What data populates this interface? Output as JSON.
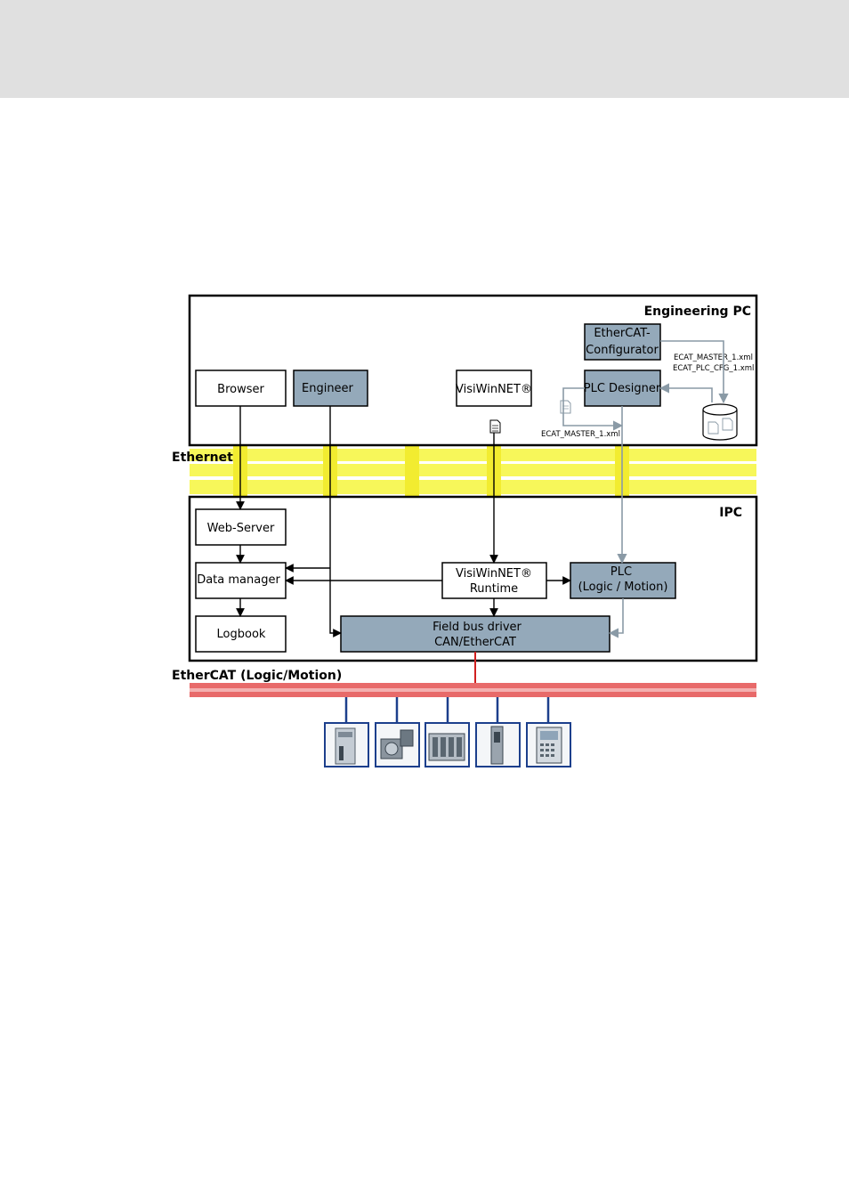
{
  "areas": {
    "engineering_pc": "Engineering PC",
    "ipc": "IPC",
    "ethernet": "Ethernet",
    "ethercat": "EtherCAT (Logic/Motion)"
  },
  "boxes": {
    "ethercat_configurator": [
      "EtherCAT-",
      "Configurator"
    ],
    "browser": "Browser",
    "engineer": "Engineer",
    "visiwinnet": "VisiWinNET®",
    "plc_designer": "PLC Designer",
    "web_server": "Web-Server",
    "data_manager": "Data manager",
    "logbook": "Logbook",
    "visiwinnet_runtime": [
      "VisiWinNET®",
      "Runtime"
    ],
    "plc": [
      "PLC",
      "(Logic / Motion)"
    ],
    "field_bus_driver": [
      "Field bus driver",
      "CAN/EtherCAT"
    ]
  },
  "files": {
    "ecat_master_1": "ECAT_MASTER_1.xml",
    "ecat_plc_cfg_1": "ECAT_PLC_CFG_1.xml",
    "ecat_master_2": "ECAT_MASTER_1.xml"
  },
  "devices": [
    "inverter-device-icon",
    "geared-motor-device-icon",
    "io-system-device-icon",
    "servo-drive-device-icon",
    "hmi-panel-device-icon"
  ],
  "colors": {
    "header_band": "#e0e0e0",
    "blue_box": "#94a9ba",
    "ethernet_bus": "#f7f75a",
    "ethercat_bus": "#e05050",
    "device_frame": "#1c3f8c"
  }
}
